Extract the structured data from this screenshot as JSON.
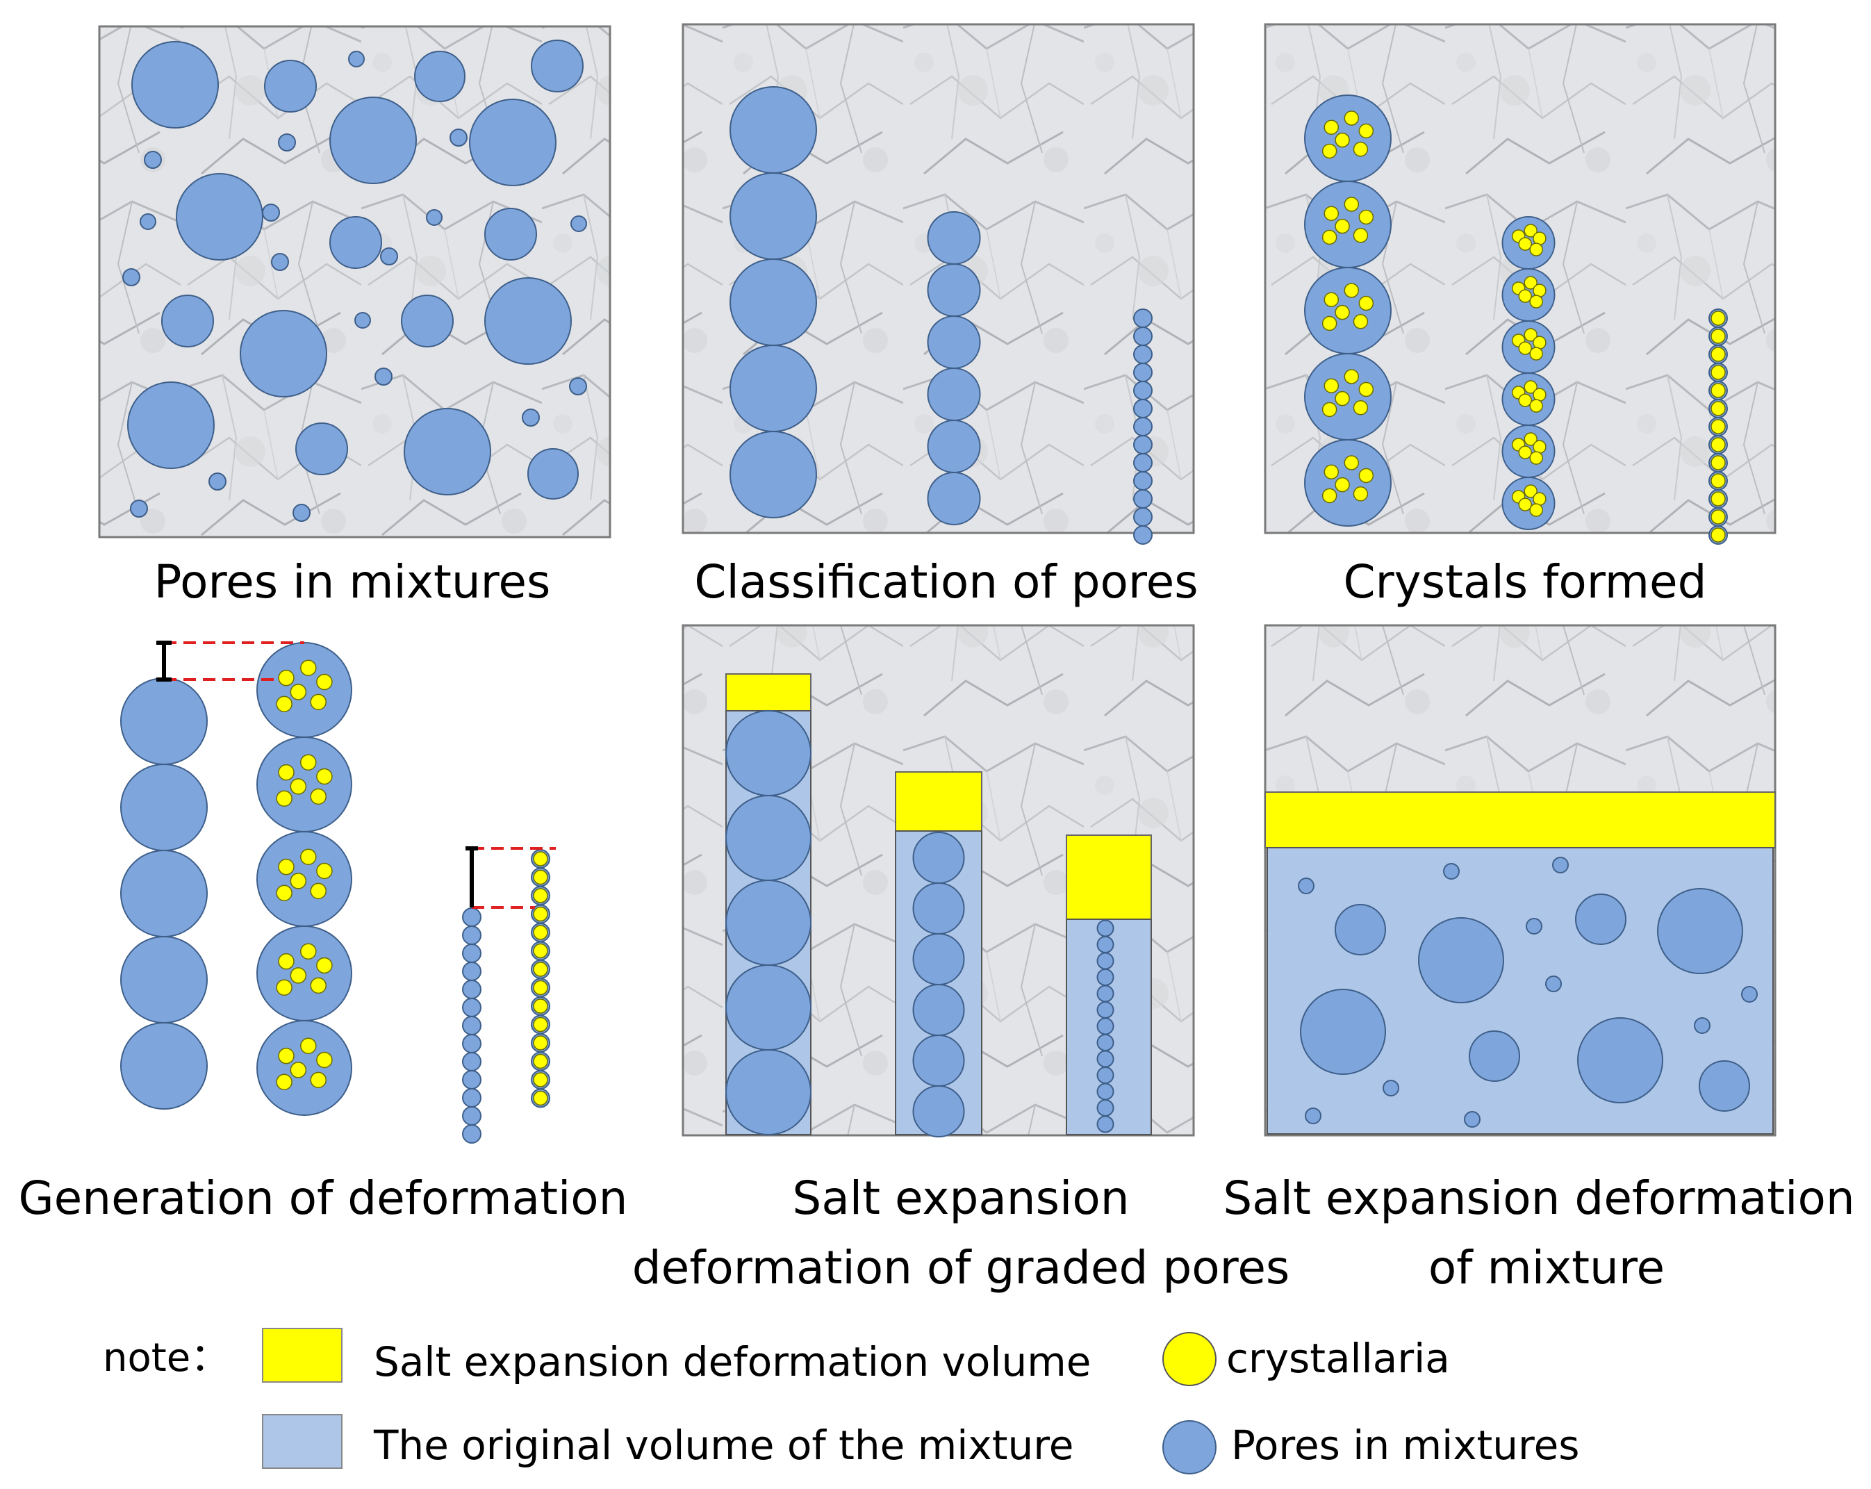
{
  "colors": {
    "pore": "#7fa6dc",
    "pore_stroke": "#3e5f8a",
    "crystal": "#ffff00",
    "crystal_stroke": "#6b6b00",
    "salt_volume": "#ffff00",
    "original_volume": "#aec6e8",
    "marble_base": "#e3e4e7",
    "marble_vein": "#b4b6bb",
    "frame": "#7a7a7a",
    "gap_marker": "#e02020"
  },
  "panels": {
    "pores_in_mixtures": "Pores in mixtures",
    "classification_of_pores": "Classification of pores",
    "crystals_formed": "Crystals formed",
    "generation_of_deformation": "Generation of deformation",
    "graded_pores_line1": "Salt expansion",
    "graded_pores_line2": "deformation of graded pores",
    "mixture_line1": "Salt expansion deformation",
    "mixture_line2": "of mixture"
  },
  "legend": {
    "note": "note：",
    "salt_volume": "Salt expansion deformation volume",
    "original_volume": "The original volume of the mixture",
    "crystal": "crystallaria",
    "pore": "Pores in mixtures"
  }
}
